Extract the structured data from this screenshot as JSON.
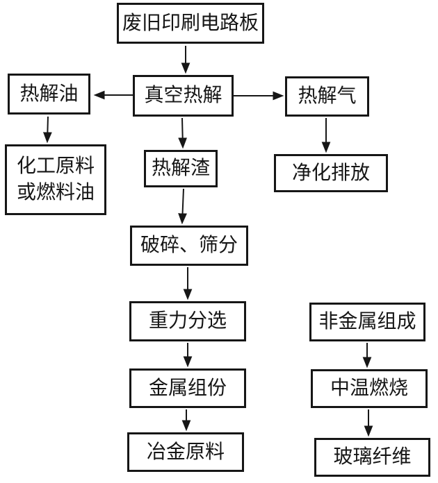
{
  "diagram": {
    "description": "Vacuum pyrolysis recycling process flowchart for waste printed circuit boards",
    "nodes": [
      {
        "id": "waste-pcb",
        "label": "废旧印刷电路板"
      },
      {
        "id": "pyro-oil",
        "label": "热解油"
      },
      {
        "id": "vacuum",
        "label": "真空热解"
      },
      {
        "id": "pyro-gas",
        "label": "热解气"
      },
      {
        "id": "chem-oil",
        "lines": [
          "化工原料",
          "或燃料油"
        ]
      },
      {
        "id": "residue",
        "label": "热解渣"
      },
      {
        "id": "purify",
        "label": "净化排放"
      },
      {
        "id": "crush",
        "label": "破碎、筛分"
      },
      {
        "id": "gravity",
        "label": "重力分选"
      },
      {
        "id": "metal",
        "label": "金属组份"
      },
      {
        "id": "metallurgy",
        "label": "冶金原料"
      },
      {
        "id": "nonmetal",
        "label": "非金属组成"
      },
      {
        "id": "combustion",
        "label": "中温燃烧"
      },
      {
        "id": "glass",
        "label": "玻璃纤维"
      }
    ],
    "edges": [
      {
        "from": "waste-pcb",
        "to": "vacuum"
      },
      {
        "from": "vacuum",
        "to": "pyro-oil"
      },
      {
        "from": "vacuum",
        "to": "pyro-gas"
      },
      {
        "from": "vacuum",
        "to": "residue"
      },
      {
        "from": "pyro-oil",
        "to": "chem-oil"
      },
      {
        "from": "pyro-gas",
        "to": "purify"
      },
      {
        "from": "residue",
        "to": "crush"
      },
      {
        "from": "crush",
        "to": "gravity"
      },
      {
        "from": "gravity",
        "to": "metal"
      },
      {
        "from": "metal",
        "to": "metallurgy"
      },
      {
        "from": "nonmetal",
        "to": "combustion"
      },
      {
        "from": "combustion",
        "to": "glass"
      }
    ],
    "colors": {
      "background": "#ffffff",
      "box_border": "#161616",
      "text": "#161616",
      "arrow": "#161616"
    }
  }
}
